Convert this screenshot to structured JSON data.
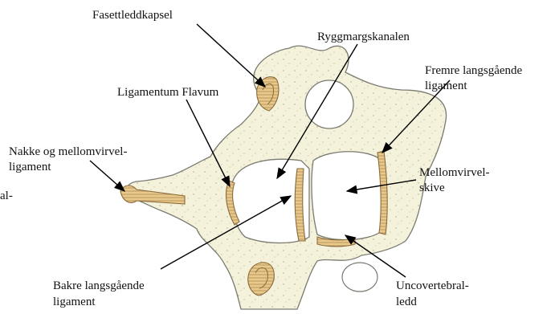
{
  "labels": {
    "fasettleddkapsel": "Fasettleddkapsel",
    "ryggmargskanalen": "Ryggmargskanalen",
    "ligamentum_flavum": "Ligamentum Flavum",
    "fremre_line1": "Fremre langsgående",
    "fremre_line2": "ligament",
    "nakke_line1": "Nakke og mellomvirvel-",
    "nakke_line2": "ligament",
    "partial_left": "al-",
    "mellomvirvel_line1": "Mellomvirvel-",
    "mellomvirvel_line2": "skive",
    "bakre_line1": "Bakre langsgående",
    "bakre_line2": "ligament",
    "uncover_line1": "Uncovertebral-",
    "uncover_line2": "ledd"
  },
  "colors": {
    "bone_fill": "#f5f2dc",
    "bone_stroke": "#7a7a70",
    "ligament_fill": "#e8c98c",
    "ligament_stroke": "#8a6a3a",
    "arrow": "#000000"
  }
}
